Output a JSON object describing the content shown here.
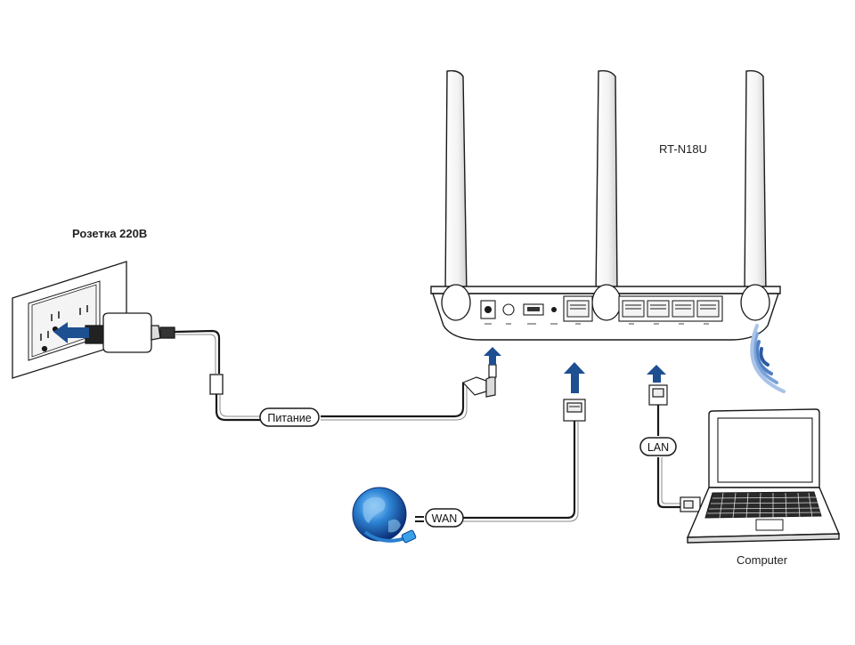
{
  "labels": {
    "outlet": "Розетка 220В",
    "router_model": "RT-N18U",
    "power": "Питание",
    "wan": "WAN",
    "lan": "LAN",
    "computer": "Computer"
  },
  "colors": {
    "arrow": "#1d4f91",
    "line": "#1a1a1a",
    "cable": "#444444",
    "globe_dark": "#0b3f8f",
    "globe_light": "#3aa0e8"
  },
  "icons": {
    "outlet": "wall-socket-icon",
    "adapter": "power-adapter-icon",
    "router": "wireless-router-icon",
    "globe": "internet-globe-icon",
    "laptop": "laptop-icon",
    "wifi": "wifi-signal-icon"
  }
}
